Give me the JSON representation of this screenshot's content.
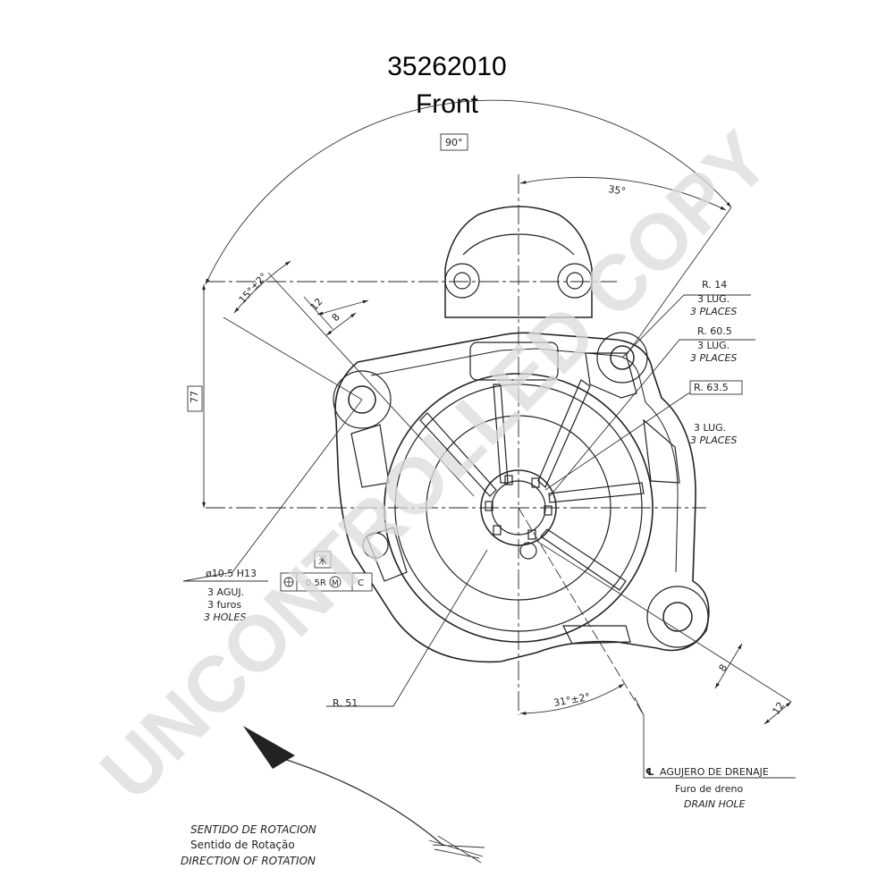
{
  "header": {
    "part_number": "35262010",
    "view": "Front"
  },
  "watermark": "UNCONTROLLED COPY",
  "dimensions": {
    "angle_90": "90°",
    "angle_35": "35°",
    "angle_15": "15°±2°",
    "dim_12_top": "12",
    "dim_8_top": "8",
    "dim_77": "77",
    "angle_31": "31°±2°",
    "dim_8_bottom": "8",
    "dim_12_bottom": "12"
  },
  "callouts": {
    "r14": {
      "radius": "R. 14",
      "lug": "3 LUG.",
      "places": "3 PLACES"
    },
    "r60": {
      "radius": "R. 60.5",
      "lug": "3 LUG.",
      "places": "3 PLACES"
    },
    "r63": {
      "radius": "R. 63.5",
      "lug": "3 LUG.",
      "places": "3 PLACES"
    },
    "holes": {
      "dia": "ø10.5 H13",
      "tol": "0.5R",
      "mod": "M",
      "datum": "C",
      "line1": "3 AGUJ.",
      "line2": "3 furos",
      "line3": "3 HOLES"
    },
    "r51": "R. 51",
    "drain": {
      "line1": "AGUJERO DE DRENAJE",
      "line2": "Furo de dreno",
      "line3": "DRAIN HOLE"
    },
    "rotation": {
      "line1": "SENTIDO DE ROTACION",
      "line2": "Sentido de Rotação",
      "line3": "DIRECTION OF ROTATION"
    }
  },
  "colors": {
    "line": "#222222",
    "watermark": "#dcdcdc"
  }
}
